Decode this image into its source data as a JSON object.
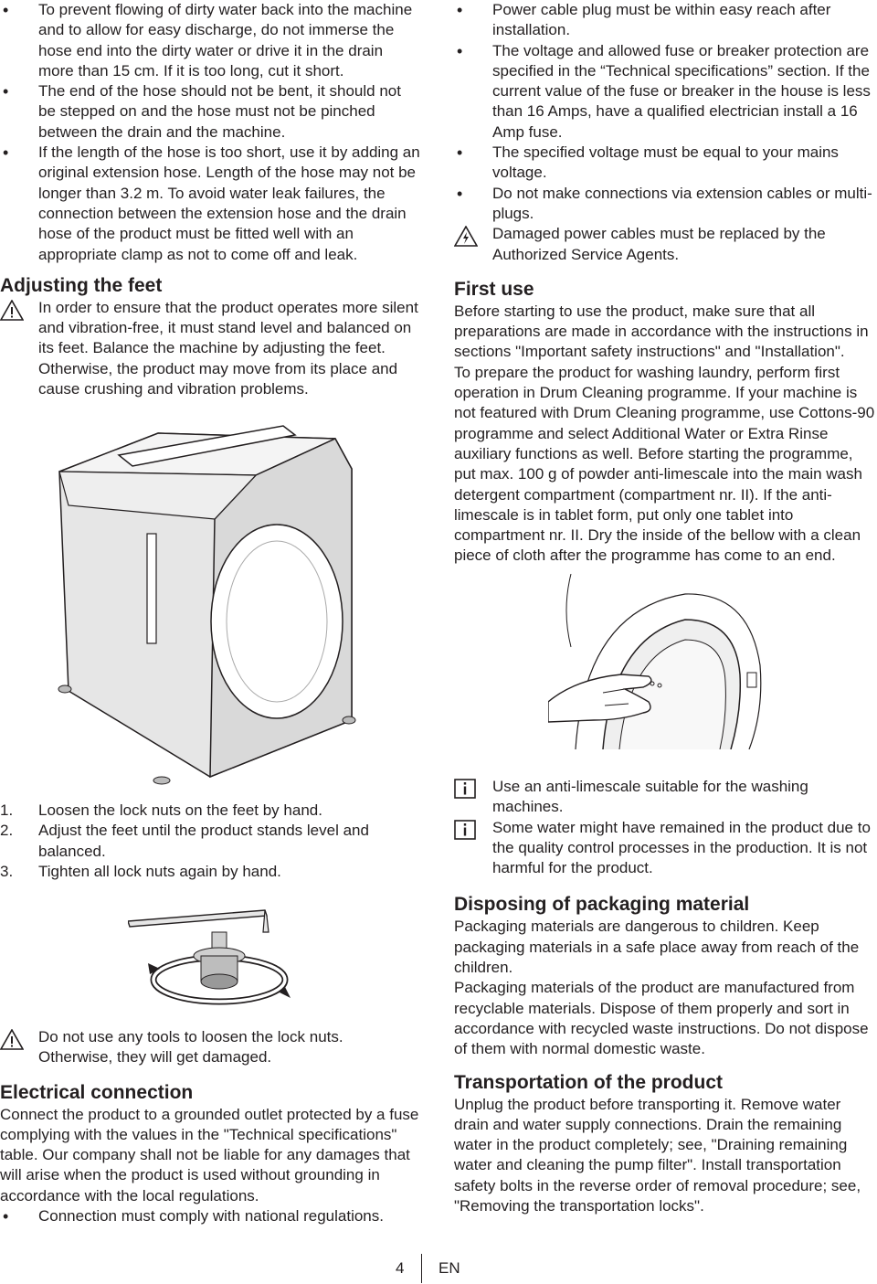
{
  "left": {
    "hose_bullets": [
      "To prevent flowing of dirty water back into the machine and to allow for easy discharge, do not immerse the hose end into the dirty water or drive it in the drain more than 15 cm. If it is too long, cut it short.",
      "The end of the hose should not be bent, it should not be stepped on and the hose must not be pinched between the drain and the machine.",
      "If the length of the hose is too short, use it by adding an original extension hose. Length of the hose may not be longer than 3.2 m. To avoid water leak failures, the connection between the extension hose and the drain hose of the product must be fitted well with an appropriate clamp as not to come off and leak."
    ],
    "feet_heading": "Adjusting the feet",
    "feet_warning": "In order to ensure that the product operates more silent and vibration-free, it must stand level and balanced on its feet. Balance the machine by adjusting the feet. Otherwise, the product may move from its place and cause crushing and vibration problems.",
    "feet_steps": [
      {
        "num": "1.",
        "text": "Loosen the lock nuts on the feet by hand."
      },
      {
        "num": "2.",
        "text": "Adjust the feet until the product stands level and balanced."
      },
      {
        "num": "3.",
        "text": "Tighten all lock nuts again by hand."
      }
    ],
    "tools_warning": "Do not use any tools to loosen the lock nuts. Otherwise, they will get damaged.",
    "elec_heading": "Electrical connection",
    "elec_text": "Connect the product to a grounded outlet protected by a fuse complying with the values in the \"Technical specifications\" table. Our company shall not be liable for any damages that will arise when the product is used without grounding in accordance with the local regulations.",
    "elec_bullet": "Connection must comply with national regulations."
  },
  "right": {
    "elec_bullets": [
      "Power cable plug must be within easy reach after installation.",
      "The voltage and allowed fuse or breaker protection are specified in the “Technical specifications” section. If the current value of the fuse or breaker in the house is less than 16 Amps, have a qualified electrician install a 16 Amp fuse.",
      "The specified voltage must be equal to your mains voltage.",
      "Do not make connections via extension cables or multi-plugs."
    ],
    "cable_warning": "Damaged power cables must be replaced by the Authorized Service Agents.",
    "first_use_heading": "First use",
    "first_use_p1": "Before starting to use the product, make sure that all preparations are made in accordance with the instructions in sections \"Important safety instructions\" and \"Installation\".",
    "first_use_p2": "To prepare the product for washing laundry, perform first operation in Drum Cleaning programme. If your machine is not featured with Drum Cleaning programme, use Cottons-90 programme and select Additional Water or Extra Rinse auxiliary functions as well. Before starting the programme, put max. 100 g of powder anti-limescale into the main wash detergent compartment (compartment nr. II). If the anti-limescale is in tablet form, put only one tablet into compartment nr. II. Dry the inside of the bellow with a clean piece of cloth after the programme has come to an end.",
    "info1": "Use an anti-limescale suitable for the washing machines.",
    "info2": "Some water might have remained in the product due to the quality control processes in the production. It is not harmful for the product.",
    "packaging_heading": "Disposing of packaging material",
    "packaging_p1": "Packaging materials are dangerous to children. Keep packaging materials in a safe place away from reach of the children.",
    "packaging_p2": "Packaging materials of the product are manufactured from recyclable materials. Dispose of them properly and sort in accordance with recycled waste instructions. Do not dispose of them with normal domestic waste.",
    "transport_heading": "Transportation of the product",
    "transport_p": "Unplug the product before transporting it. Remove water drain and water supply connections. Drain the remaining water in the product completely; see, \"Draining remaining water and cleaning the pump filter\". Install transportation safety bolts in the reverse order of removal procedure; see, \"Removing the transportation locks\"."
  },
  "footer": {
    "page_number": "4",
    "language": "EN"
  }
}
